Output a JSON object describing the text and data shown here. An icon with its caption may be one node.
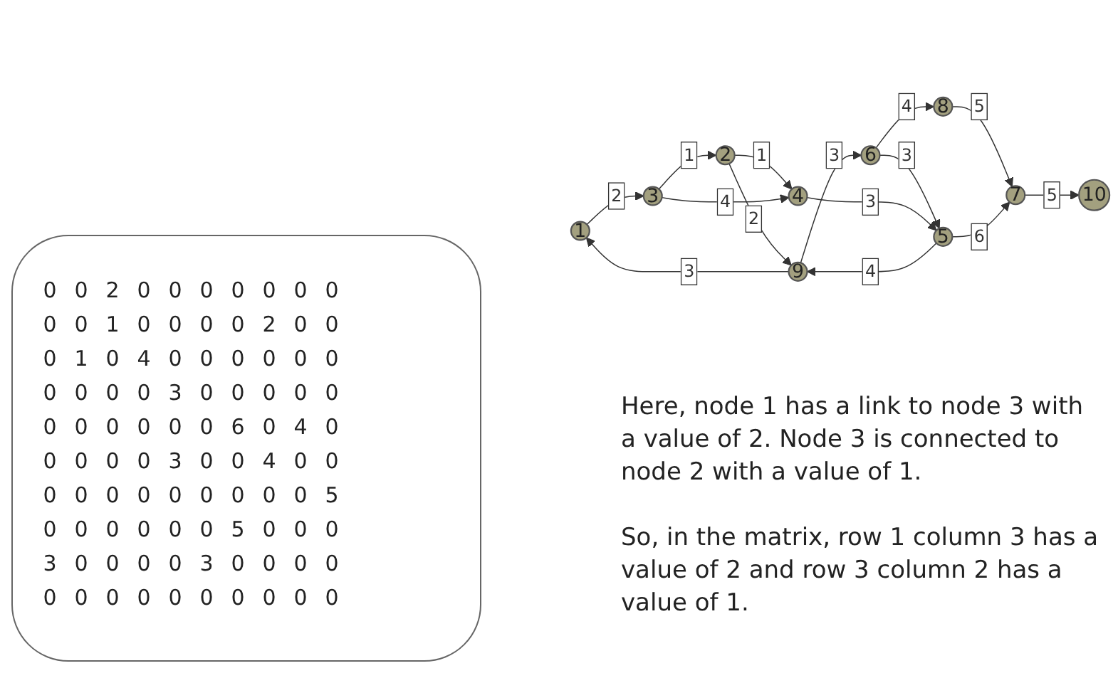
{
  "diagram": {
    "nodes": [
      {
        "text": [
          "1"
        ]
      },
      {
        "text": [
          "2"
        ]
      },
      {
        "text": [
          "3"
        ]
      },
      {
        "text": [
          "4"
        ]
      },
      {
        "text": [
          "5"
        ]
      },
      {
        "text": [
          "6"
        ]
      },
      {
        "text": [
          "7"
        ]
      },
      {
        "text": [
          "8"
        ]
      },
      {
        "text": [
          "9"
        ]
      },
      {
        "text": [
          "10"
        ]
      }
    ],
    "edges": [
      {
        "from": 8,
        "to": 5,
        "arrow": "to",
        "label": "3"
      },
      {
        "from": 8,
        "to": 0,
        "arrow": "to",
        "label": "3"
      },
      {
        "from": 1,
        "to": 8,
        "arrow": "to",
        "label": "2"
      },
      {
        "from": 4,
        "to": 8,
        "arrow": "to",
        "label": "4"
      },
      {
        "from": 5,
        "to": 4,
        "arrow": "to",
        "label": "3"
      },
      {
        "from": 5,
        "to": 7,
        "arrow": "to",
        "label": "4"
      },
      {
        "from": 7,
        "to": 6,
        "arrow": "to",
        "label": "5"
      },
      {
        "from": 4,
        "to": 6,
        "arrow": "to",
        "label": "6"
      },
      {
        "from": 6,
        "to": 9,
        "arrow": "to",
        "label": "5"
      },
      {
        "from": 0,
        "to": 2,
        "arrow": "to",
        "label": "2"
      },
      {
        "from": 2,
        "to": 1,
        "arrow": "to",
        "label": "1"
      },
      {
        "from": 1,
        "to": 3,
        "arrow": "to",
        "label": "1"
      },
      {
        "from": 2,
        "to": 3,
        "arrow": "to",
        "label": "4"
      },
      {
        "from": 3,
        "to": 4,
        "arrow": "to",
        "label": "3"
      }
    ],
    "labels": [
      "0",
      "0",
      "2",
      "0",
      "0",
      "0",
      "0",
      "0",
      "0",
      "0",
      "0",
      "0",
      "1",
      "0",
      "0",
      "0",
      "0",
      "2",
      "0",
      "0",
      "0",
      "1",
      "0",
      "4",
      "0",
      "0",
      "0",
      "0",
      "0",
      "0",
      "0",
      "0",
      "0",
      "0",
      "3",
      "0",
      "0",
      "0",
      "0",
      "0",
      "0",
      "0",
      "0",
      "0",
      "0",
      "0",
      "6",
      "0",
      "4",
      "0",
      "0",
      "0",
      "0",
      "0",
      "3",
      "0",
      "0",
      "4",
      "0",
      "0",
      "0",
      "0",
      "0",
      "0",
      "0",
      "0",
      "0",
      "0",
      "0",
      "5",
      "0",
      "0",
      "0",
      "0",
      "0",
      "0",
      "5",
      "0",
      "0",
      "0",
      "3",
      "0",
      "0",
      "0",
      "0",
      "3",
      "0",
      "0",
      "0",
      "0",
      "0",
      "0",
      "0",
      "0",
      "0",
      "0",
      "0",
      "0",
      "0",
      "0",
      "Here, node 1 has a link to node 3 with a value of 2. Node 3 is connected to node 2 with a value of 1.",
      "So, in the matrix, row 1 column 3 has a value of 2 and row 3 column 2 has a value of 1."
    ]
  }
}
